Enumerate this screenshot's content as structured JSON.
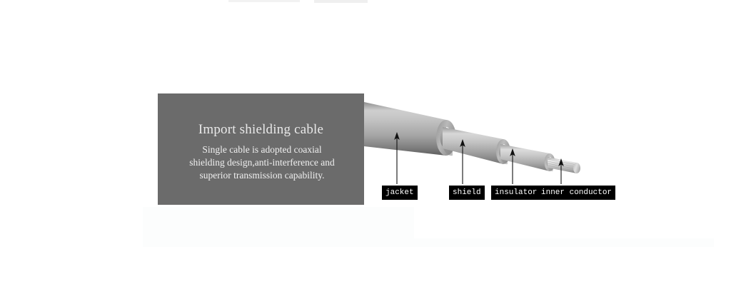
{
  "panel": {
    "title": "Import shielding cable",
    "body_line_1": "Single cable is adopted coaxial",
    "body_line_2": "shielding design,anti-interference and",
    "body_line_3": "superior transmission capability.",
    "background_color": "#6b6b6b",
    "text_color": "#ffffff"
  },
  "diagram": {
    "type": "coaxial-cable-cutaway",
    "layers": [
      {
        "id": "jacket",
        "label": "jacket",
        "order": 1,
        "outermost": true
      },
      {
        "id": "shield",
        "label": "shield",
        "order": 2,
        "outermost": false
      },
      {
        "id": "insulator",
        "label": "insulator",
        "order": 3,
        "outermost": false
      },
      {
        "id": "inner-conductor",
        "label": "inner conductor",
        "order": 4,
        "outermost": false
      }
    ],
    "callout_box_color": "#000000",
    "callout_text_color": "#ffffff",
    "cable_body_color": "#b6b6b6",
    "cable_highlight_color": "#e8e8e8",
    "cable_shadow_color": "#6e6e6e"
  },
  "background": {
    "color": "#ffffff"
  }
}
